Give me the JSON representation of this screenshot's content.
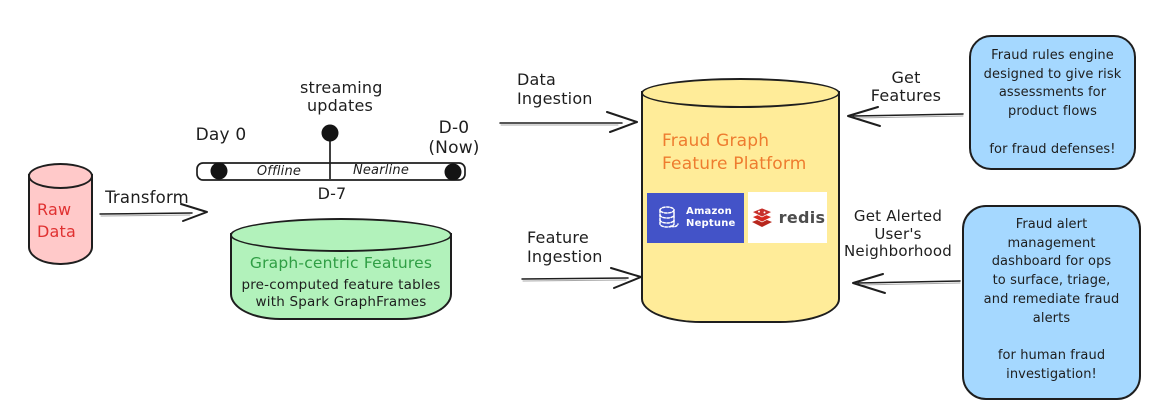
{
  "colors": {
    "stroke": "#1e1e1e",
    "pink_fill": "#ffc9c9",
    "pink_text": "#e03131",
    "green_fill": "#b2f2bb",
    "green_text": "#2f9e44",
    "yellow_fill": "#ffec99",
    "orange_text": "#ee7c2f",
    "blue_fill": "#a5d8ff",
    "neptune_bg": "#4353c8",
    "redis_red": "#d5291f",
    "redis_text": "#4d4d4d"
  },
  "raw_data": {
    "label": "Raw\nData"
  },
  "transform_arrow": {
    "label": "Transform"
  },
  "timeline": {
    "start_label": "Day 0",
    "end_label": "D-0\n(Now)",
    "streaming_label": "streaming\nupdates",
    "offline_label": "Offline",
    "nearline_label": "Nearline",
    "d7_label": "D-7"
  },
  "graph_features": {
    "title": "Graph-centric Features",
    "subtitle": "pre-computed feature tables\nwith Spark GraphFrames"
  },
  "platform": {
    "title": "Fraud Graph\nFeature Platform",
    "neptune_label": "Amazon\nNeptune",
    "redis_label": "redis"
  },
  "flows": {
    "data_ingestion": "Data\nIngestion",
    "feature_ingestion": "Feature\nIngestion",
    "get_features": "Get\nFeatures",
    "get_neighborhood": "Get Alerted\nUser's\nNeighborhood"
  },
  "fraud_rules_box": {
    "text": "Fraud rules engine\ndesigned to give risk\nassessments for\nproduct flows\n\nfor fraud defenses!"
  },
  "fraud_alert_box": {
    "text": "Fraud alert\nmanagement\ndashboard for ops\nto surface, triage,\nand remediate fraud\nalerts\n\nfor human fraud\ninvestigation!"
  }
}
